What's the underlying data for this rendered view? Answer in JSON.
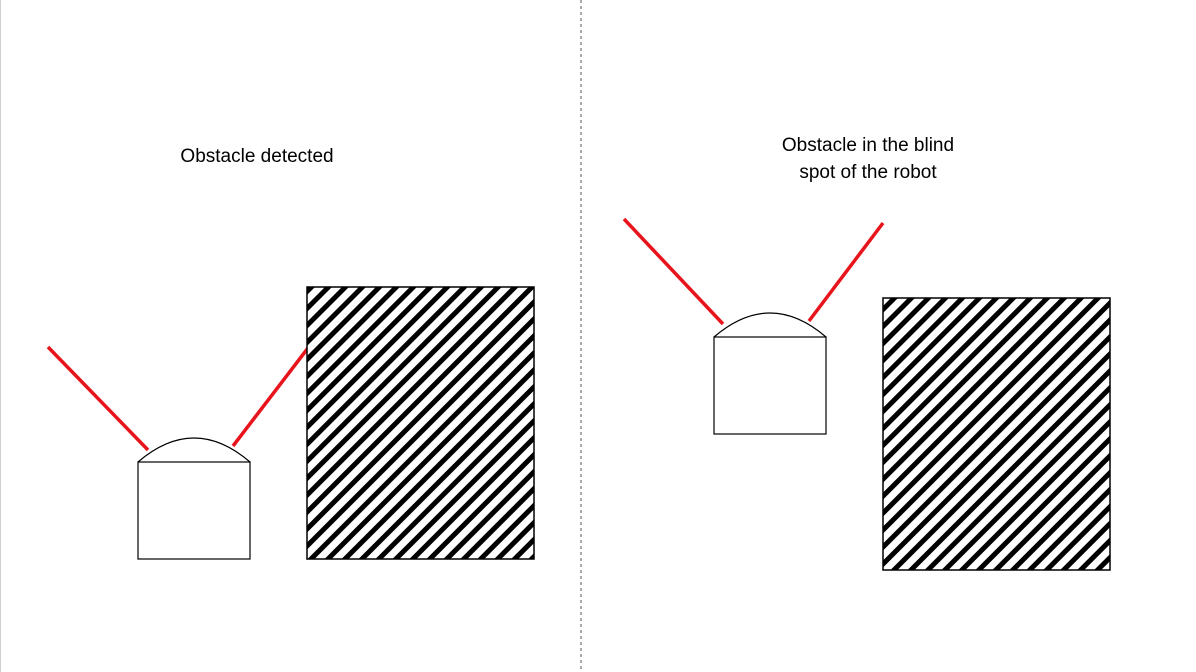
{
  "panels": {
    "left": {
      "caption": "Obstacle detected"
    },
    "right": {
      "caption_line1": "Obstacle in the blind",
      "caption_line2": "spot of the robot"
    }
  },
  "colors": {
    "sensor_ray": "#e8141b",
    "outline": "#000000",
    "divider": "#555555",
    "background": "#ffffff"
  },
  "icons": {
    "robot": "robot-body-with-dome-sensor",
    "obstacle": "hatched-obstacle-block"
  }
}
